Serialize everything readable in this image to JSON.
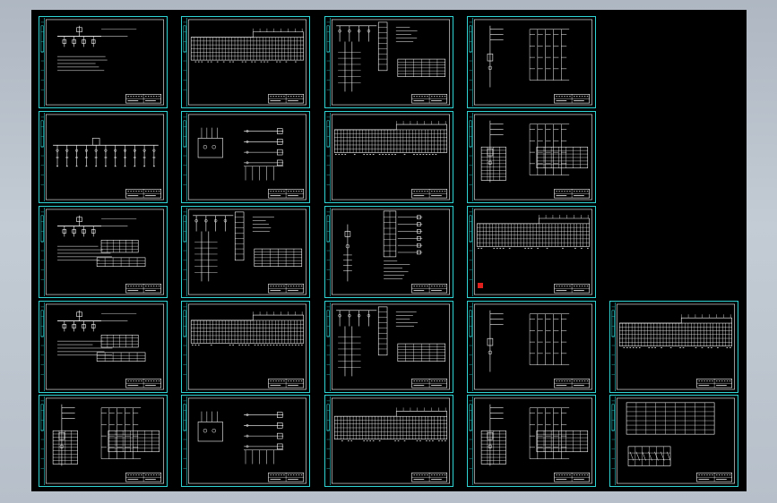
{
  "viewport": {
    "title": "",
    "background": "#000000",
    "frame_color": "#2fd5d5",
    "line_color": "#ffffff",
    "marker_color": "#e0201c"
  },
  "sheets": [
    {
      "id": "r1c1",
      "kind": "oneline"
    },
    {
      "id": "r1c2",
      "kind": "longtable"
    },
    {
      "id": "r1c3",
      "kind": "panel"
    },
    {
      "id": "r1c4",
      "kind": "schematic"
    },
    {
      "id": "r2c1",
      "kind": "feeders"
    },
    {
      "id": "r2c2",
      "kind": "control"
    },
    {
      "id": "r2c3",
      "kind": "longtable"
    },
    {
      "id": "r2c4",
      "kind": "schematic-table"
    },
    {
      "id": "r3c1",
      "kind": "oneline-table"
    },
    {
      "id": "r3c2",
      "kind": "panel-table"
    },
    {
      "id": "r3c3",
      "kind": "vertical"
    },
    {
      "id": "r3c4",
      "kind": "longtable"
    },
    {
      "id": "r4c1",
      "kind": "oneline-table"
    },
    {
      "id": "r4c2",
      "kind": "longtable"
    },
    {
      "id": "r4c3",
      "kind": "panel"
    },
    {
      "id": "r4c4",
      "kind": "schematic"
    },
    {
      "id": "r4c5",
      "kind": "longtable"
    },
    {
      "id": "r5c1",
      "kind": "schematic-table"
    },
    {
      "id": "r5c2",
      "kind": "control"
    },
    {
      "id": "r5c3",
      "kind": "longtable"
    },
    {
      "id": "r5c4",
      "kind": "schematic-table"
    },
    {
      "id": "r5c5",
      "kind": "grid-table"
    }
  ]
}
